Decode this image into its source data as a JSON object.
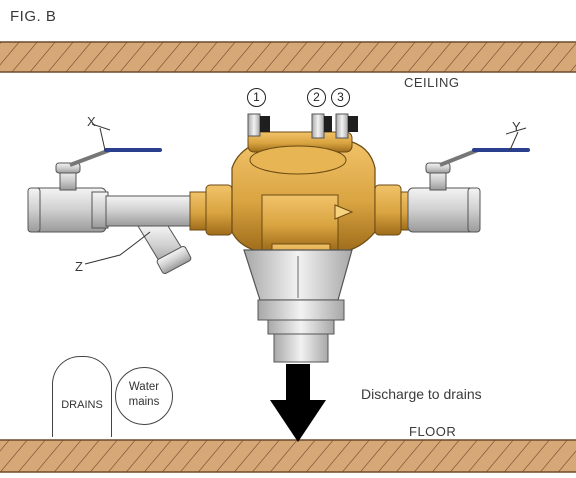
{
  "figure": {
    "title": "FIG. B"
  },
  "labels": {
    "ceiling": "CEILING",
    "floor": "FLOOR",
    "discharge": "Discharge to drains",
    "x": "X",
    "y": "Y",
    "z": "Z"
  },
  "ports": {
    "p1": "1",
    "p2": "2",
    "p3": "3"
  },
  "legend": {
    "drains": "DRAINS",
    "water_mains_line1": "Water",
    "water_mains_line2": "mains"
  },
  "colors": {
    "brass": "#d9a441",
    "brass_dark": "#b07a1e",
    "ceiling_floor": "#c89a6a",
    "hatch": "#6e4a2a",
    "valve_handle": "#2b3f8f",
    "arrow": "#000000"
  }
}
